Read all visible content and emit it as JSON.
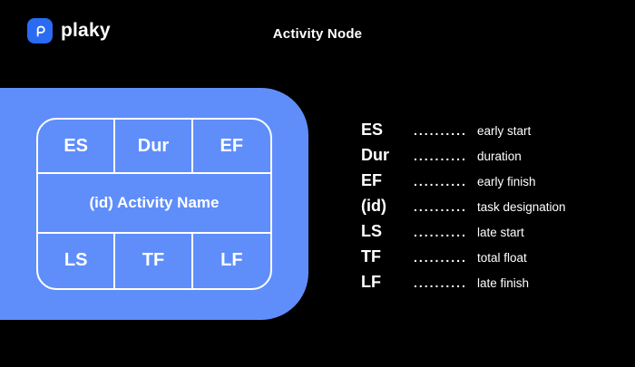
{
  "header": {
    "brand": "plaky",
    "title": "Activity Node"
  },
  "node": {
    "top": [
      "ES",
      "Dur",
      "EF"
    ],
    "middle": "(id) Activity Name",
    "bottom": [
      "LS",
      "TF",
      "LF"
    ]
  },
  "legend": {
    "dots": "..........",
    "items": [
      {
        "term": "ES",
        "desc": "early start"
      },
      {
        "term": "Dur",
        "desc": "duration"
      },
      {
        "term": "EF",
        "desc": "early finish"
      },
      {
        "term": "(id)",
        "desc": "task designation"
      },
      {
        "term": "LS",
        "desc": "late start"
      },
      {
        "term": "TF",
        "desc": "total float"
      },
      {
        "term": "LF",
        "desc": "late finish"
      }
    ]
  },
  "icons": {
    "brand_logo": "plaky-logo-icon"
  },
  "colors": {
    "background": "#000000",
    "card_blue": "#5F8EFA",
    "logo_blue": "#2A6BF2",
    "text": "#FFFFFF"
  }
}
